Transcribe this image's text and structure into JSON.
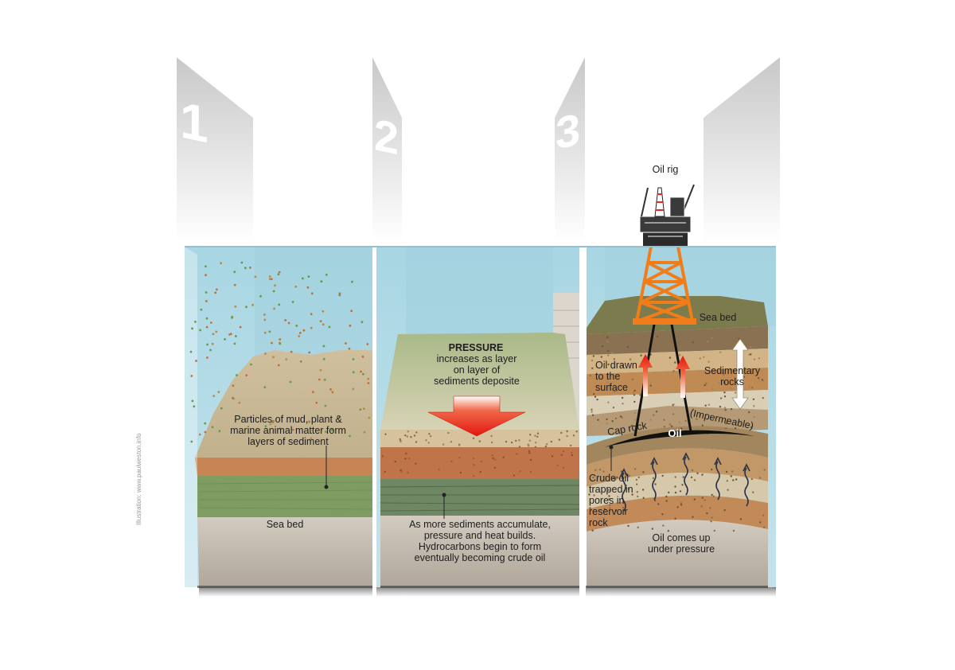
{
  "stages": [
    {
      "number": "1",
      "labels": {
        "particles": "Particles of mud, plant & marine animal matter form layers of sediment",
        "sea_bed": "Sea bed"
      }
    },
    {
      "number": "2",
      "labels": {
        "pressure_title": "PRESSURE",
        "pressure_text": "increases as layer on layer of sediments deposite",
        "accumulate": "As more sediments accumulate, pressure and heat builds. Hydrocarbons begin to form eventually becoming crude oil"
      }
    },
    {
      "number": "3",
      "labels": {
        "oil_rig": "Oil rig",
        "sea_bed": "Sea bed",
        "oil_drawn": "Oil drawn to the surface",
        "sedimentary": "Sedimentary rocks",
        "cap_rock": "Cap rock",
        "impermeable": "(Impermeable)",
        "oil": "Oil",
        "crude_oil": "Crude oil trapped in pores in reservoir rock",
        "oil_comes_up": "Oil comes up under pressure"
      }
    }
  ],
  "credit": "Illustration: www.paulweston.info",
  "colors": {
    "water": "#a9d8e4",
    "sediment_top": "#d8c9a8",
    "orange_layer": "#c8794a",
    "green_layer": "#7d9a62",
    "sea_bed": "#c9bfb4",
    "oil": "#111111",
    "rig": "#f07c1a",
    "arrow_red": "#e8251c"
  }
}
